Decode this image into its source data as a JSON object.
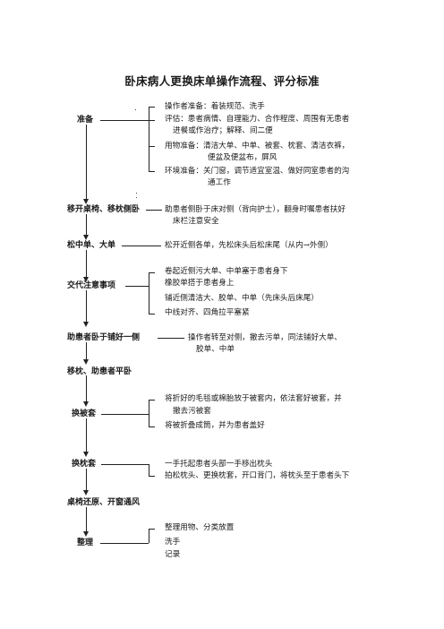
{
  "title": "卧床病人更换床单操作流程、评分标准",
  "steps": [
    {
      "label": "准备",
      "items": [
        "操作者准备：着装规范、洗手",
        "评估：患者病情、自理能力、合作程度、周围有无患者",
        "进餐或作治疗；解释、间二便",
        "用物准备：清洁大单、中单、被套、枕套、清洁衣裤，",
        "便盆及便盆布，屏风",
        "环境准备：关门窗，调节适宜室温、做好同室患者的沟",
        "通工作"
      ]
    },
    {
      "label": "移开桌椅、移枕侧卧",
      "items": [
        "助患者侧卧于床对侧（背向护士），翻身时嘱患者扶好",
        "床栏注意安全"
      ]
    },
    {
      "label": "松中单、大单",
      "items": [
        "松开近侧各单，先松床头后松床尾（从内→外侧）"
      ]
    },
    {
      "label": "交代注意事项",
      "items": [
        "卷起近侧污大单、中单塞于患者身下",
        "橡胶单搭于患者身上",
        "铺近侧清洁大、胶单、中单（先床头后床尾）",
        "中线对齐、四角拉平塞紧"
      ]
    },
    {
      "label": "助患者卧于铺好一侧",
      "items": [
        "操作者转至对侧，撤去污单，同法铺好大单、",
        "胶单、中单"
      ]
    },
    {
      "label": "移枕、助患者平卧",
      "items": []
    },
    {
      "label": "换被套",
      "items": [
        "将折好的毛毯或棉胎放于被套内，依法套好被套，并",
        "撤去污被套",
        "将被折叠成筒，并为患者盖好"
      ]
    },
    {
      "label": "换枕套",
      "items": [
        "一手托起患者头部一手移出枕头",
        "拍松枕头、更换枕套，开口背门，将枕头至于患者头下"
      ]
    },
    {
      "label": "桌椅还原、开窗通风",
      "items": []
    },
    {
      "label": "整理",
      "items": [
        "整理用物、分类放置",
        "洗手",
        "记录"
      ]
    }
  ]
}
